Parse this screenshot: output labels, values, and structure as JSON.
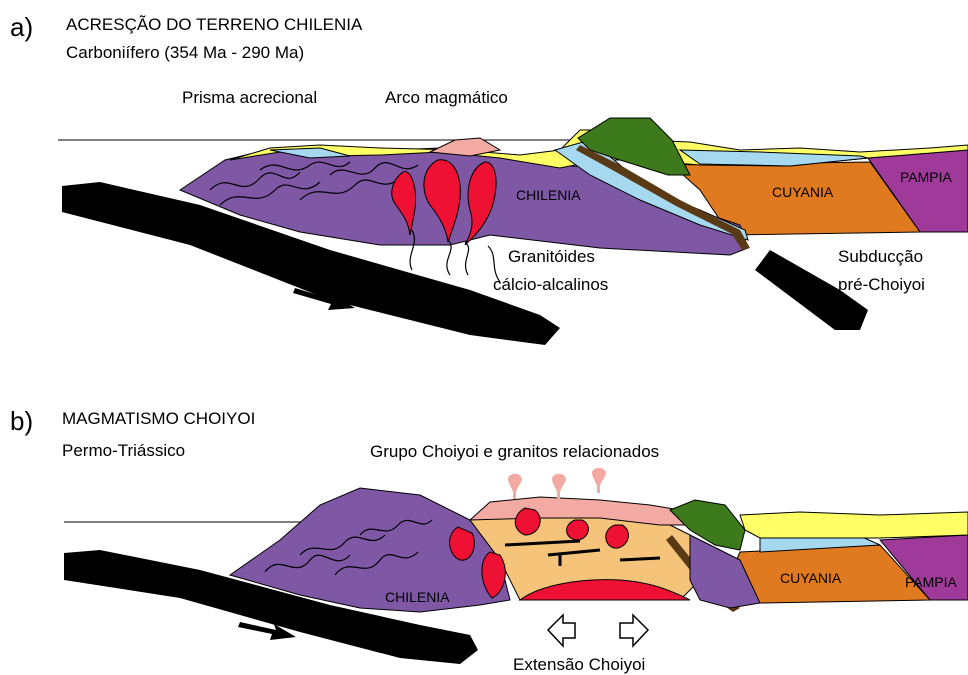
{
  "panel_a": {
    "letter": "a)",
    "title": "ACRESÇÃO DO TERRENO CHILENIA",
    "subtitle": "Carboniífero (354 Ma - 290 Ma)",
    "labels": {
      "accretionary_prism": "Prisma acrecional",
      "magmatic_arc": "Arco magmático",
      "chilenia": "CHILENIA",
      "cuyania": "CUYANIA",
      "pampia": "PAMPIA",
      "granitoids_line1": "Granitóides",
      "granitoids_line2": "cálcio-alcalinos",
      "subduction_line1": "Subducção",
      "subduction_line2": "pré-Choiyoi"
    }
  },
  "panel_b": {
    "letter": "b)",
    "title": "MAGMATISMO CHOIYOI",
    "subtitle": "Permo-Triássico",
    "labels": {
      "choiyoi_group": "Grupo Choiyoi e granitos relacionados",
      "chilenia": "CHILENIA",
      "cuyania": "CUYANIA",
      "pampia": "PAMPIA",
      "extension": "Extensão Choiyoi"
    }
  },
  "colors": {
    "chilenia": "#7e57a5",
    "cuyania": "#e07a20",
    "pampia": "#a03a9a",
    "sediment_yellow": "#ffff66",
    "light_blue": "#a6d8f0",
    "forest_green": "#3c7a1c",
    "arc_pink": "#f2aaa2",
    "magma_red": "#ee1133",
    "rift_fill": "#f5c37a",
    "slab": "#000000",
    "brown_fault": "#5a3a14"
  }
}
